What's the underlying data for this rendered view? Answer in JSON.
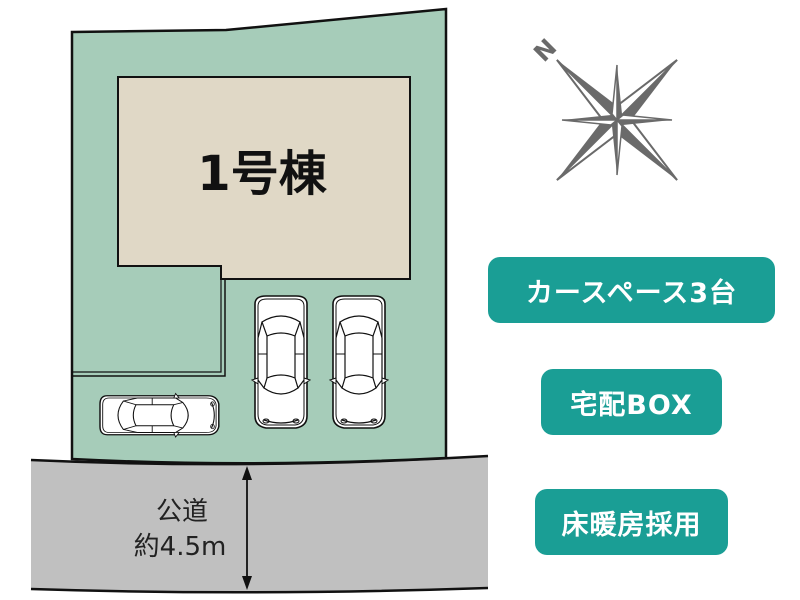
{
  "site_plan": {
    "house_label": "1号棟",
    "road": {
      "line1": "公道",
      "line2": "約4.5m"
    },
    "compass": {
      "north_label": "N",
      "icon": "compass-rose-icon"
    },
    "parking": {
      "cars": 3
    }
  },
  "features": [
    {
      "label": "カースペース3台"
    },
    {
      "label": "宅配BOX"
    },
    {
      "label": "床暖房採用"
    }
  ],
  "colors": {
    "lot": "#a6ccb9",
    "house": "#e0d8c6",
    "road": "#c0c0c0",
    "badge": "#1a9e95",
    "compass": "#6a6a6a"
  }
}
